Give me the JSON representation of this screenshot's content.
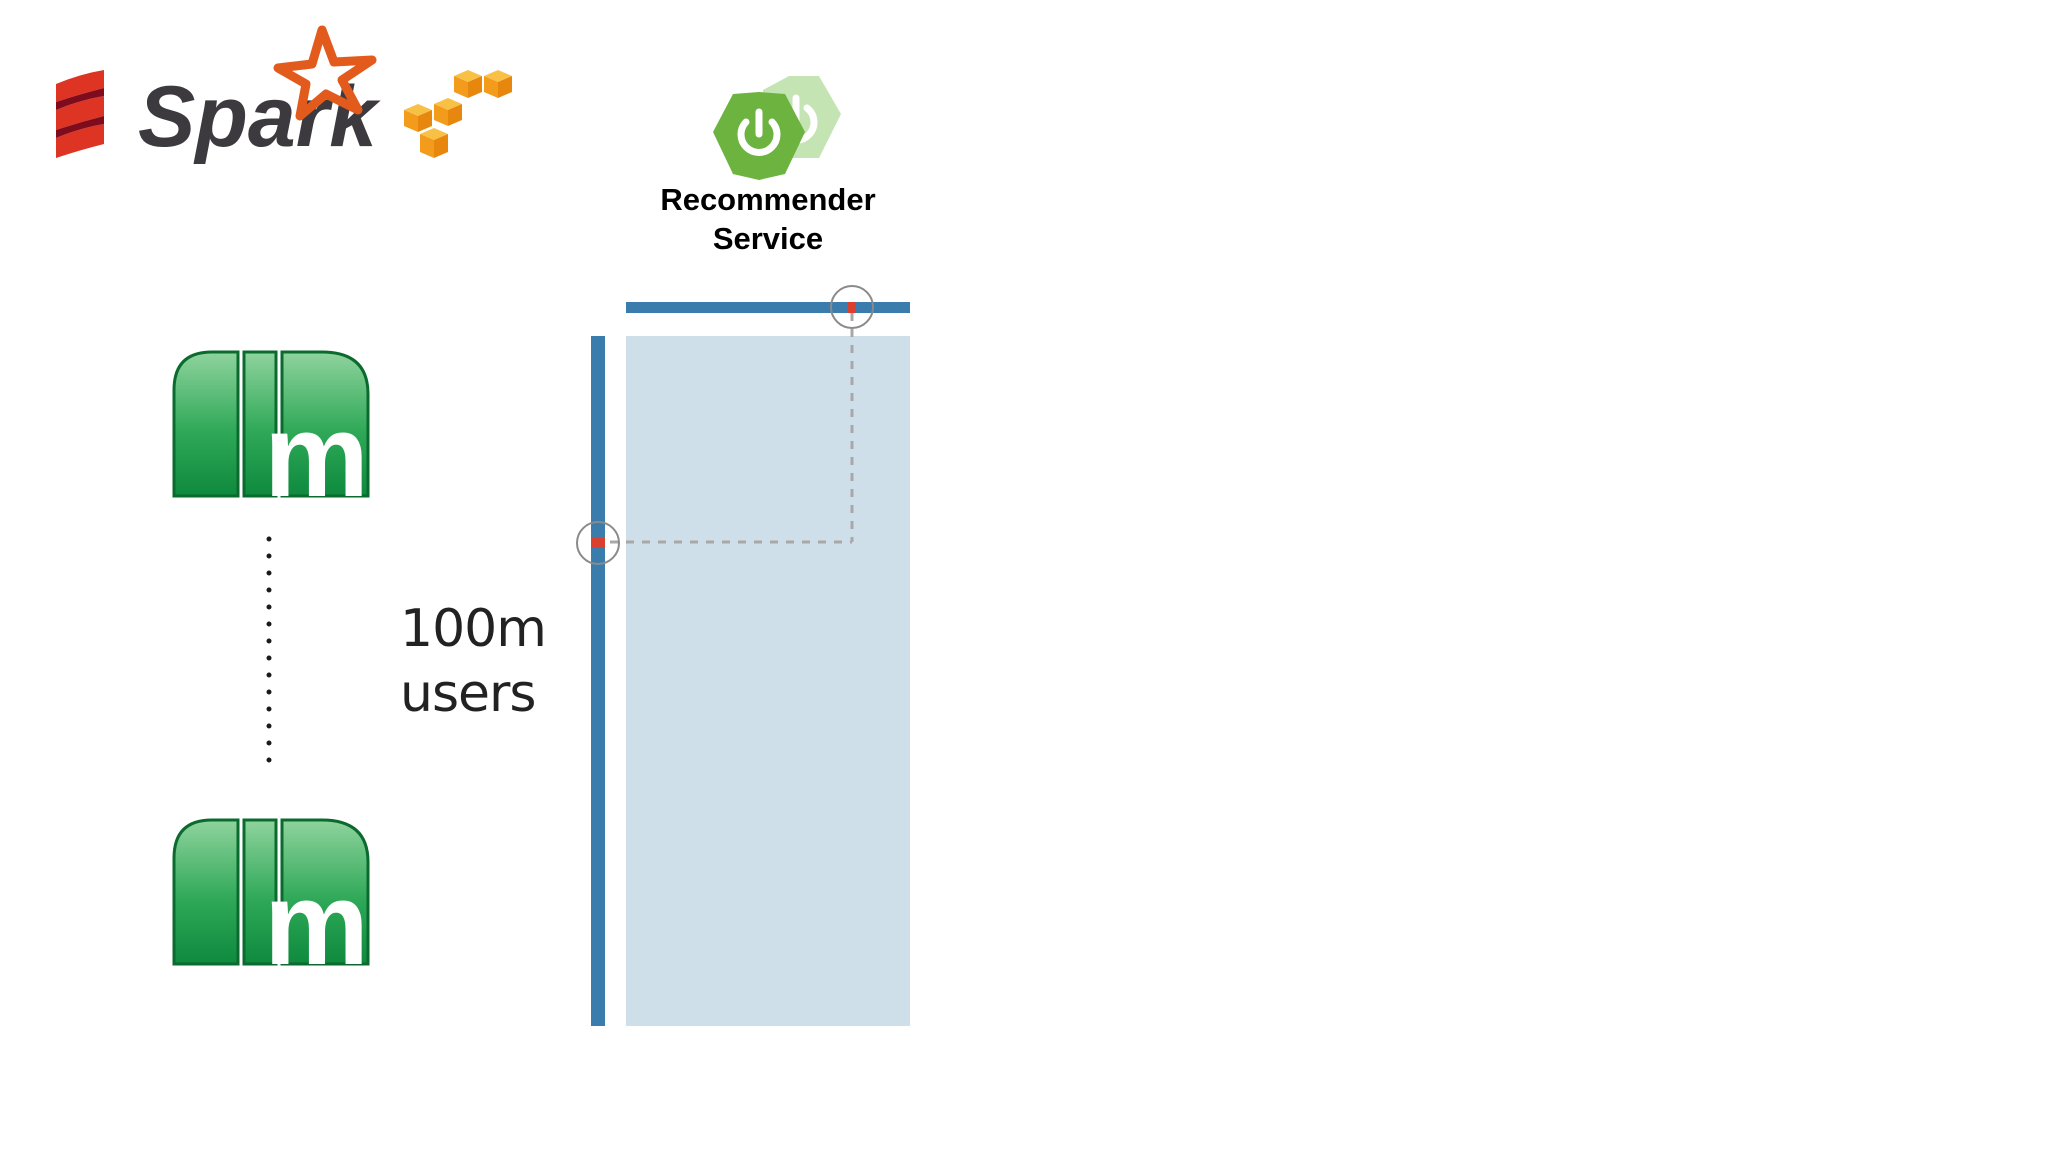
{
  "logos": {
    "scala": "scala-logo",
    "spark": {
      "text": "Spark",
      "star_color": "#E25A1C",
      "text_color": "#3C3A3E"
    },
    "aws": "aws-cubes-logo"
  },
  "service": {
    "label_line1": "Recommender",
    "label_line2": "Service",
    "icon": "spring-power-icon",
    "icon_color": "#6DB33F"
  },
  "users": {
    "count_text": "100m",
    "unit_text": "users",
    "icon": "mahout-m-icon",
    "icon_color": "#1E9E4C"
  },
  "matrix": {
    "fill_color": "#CFDFEA",
    "axis_color": "#3A7CAB",
    "highlight_color": "#D9412E"
  }
}
